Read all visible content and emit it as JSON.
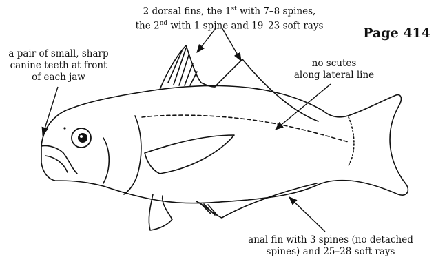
{
  "page": {
    "label": "Page 414"
  },
  "callouts": {
    "dorsal": {
      "line1_pre": "2 dorsal fins, the 1",
      "line1_sup": "st",
      "line1_post": " with 7–8 spines,",
      "line2_pre": "the 2",
      "line2_sup": "nd",
      "line2_post": " with 1 spine and 19–23 soft rays"
    },
    "teeth": {
      "line1": "a pair of small, sharp",
      "line2": "canine teeth at front",
      "line3": "of each jaw"
    },
    "scutes": {
      "line1": "no scutes",
      "line2": "along lateral line"
    },
    "anal": {
      "line1": "anal fin with 3 spines (no detached",
      "line2": "spines) and 25–28 soft rays"
    }
  },
  "colors": {
    "ink": "#111111",
    "paper": "#ffffff"
  }
}
